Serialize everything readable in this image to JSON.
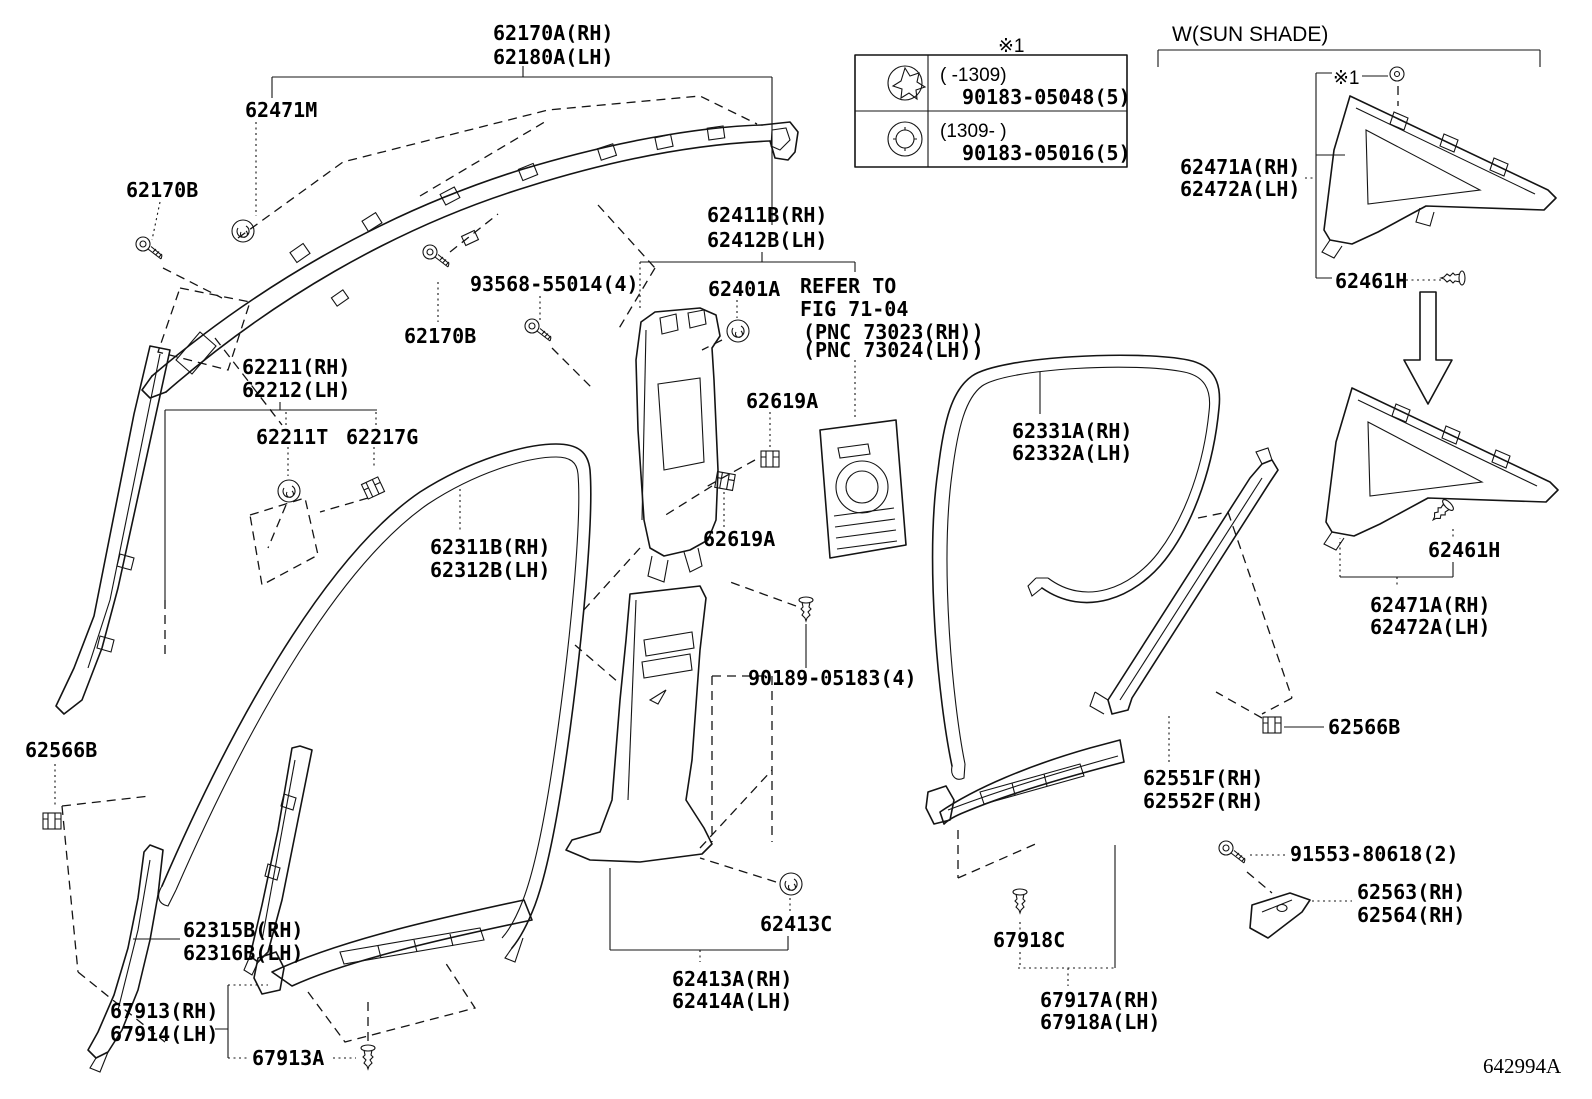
{
  "diagram": {
    "title_note": "W(SUN SHADE)",
    "figure_code": "642994A",
    "colors": {
      "line": "#141414",
      "text": "#000000",
      "background": "#ffffff"
    }
  },
  "hardware_table": {
    "marker": "※1",
    "rows": [
      {
        "icon": "star-washer-grommet-icon",
        "range": "(    -1309)",
        "part_number": "90183-05048(5)"
      },
      {
        "icon": "ring-grommet-icon",
        "range": "(1309-    )",
        "part_number": "90183-05016(5)"
      }
    ]
  },
  "labels": [
    {
      "id": "62170A",
      "lines": [
        "62170A(RH)",
        "62180A(LH)"
      ]
    },
    {
      "id": "62471M",
      "lines": [
        "62471M"
      ]
    },
    {
      "id": "62170B-1",
      "lines": [
        "62170B"
      ]
    },
    {
      "id": "62170B-2",
      "lines": [
        "62170B"
      ]
    },
    {
      "id": "93568",
      "lines": [
        "93568-55014(4)"
      ]
    },
    {
      "id": "62411B",
      "lines": [
        "62411B(RH)",
        "62412B(LH)"
      ]
    },
    {
      "id": "62401A",
      "lines": [
        "62401A"
      ]
    },
    {
      "id": "refer-note",
      "lines": [
        "REFER TO",
        "FIG 71-04",
        "(PNC 73023(RH))",
        "(PNC 73024(LH))"
      ]
    },
    {
      "id": "62619A-1",
      "lines": [
        "62619A"
      ]
    },
    {
      "id": "62619A-2",
      "lines": [
        "62619A"
      ]
    },
    {
      "id": "62211",
      "lines": [
        "62211(RH)",
        "62212(LH)"
      ]
    },
    {
      "id": "62211T",
      "lines": [
        "62211T"
      ]
    },
    {
      "id": "62217G",
      "lines": [
        "62217G"
      ]
    },
    {
      "id": "62311B",
      "lines": [
        "62311B(RH)",
        "62312B(LH)"
      ]
    },
    {
      "id": "62331A",
      "lines": [
        "62331A(RH)",
        "62332A(LH)"
      ]
    },
    {
      "id": "w-sun-shade",
      "lines": [
        "W(SUN SHADE)"
      ]
    },
    {
      "id": "note-table",
      "lines": [
        "※1"
      ]
    },
    {
      "id": "note-quarter",
      "lines": [
        "※1"
      ]
    },
    {
      "id": "62471A-upper",
      "lines": [
        "62471A(RH)",
        "62472A(LH)"
      ]
    },
    {
      "id": "62461H-upper",
      "lines": [
        "62461H"
      ]
    },
    {
      "id": "62461H-lower",
      "lines": [
        "62461H"
      ]
    },
    {
      "id": "62471A-lower",
      "lines": [
        "62471A(RH)",
        "62472A(LH)"
      ]
    },
    {
      "id": "62566B-right",
      "lines": [
        "62566B"
      ]
    },
    {
      "id": "62551F",
      "lines": [
        "62551F(RH)",
        "62552F(RH)"
      ]
    },
    {
      "id": "91553",
      "lines": [
        "91553-80618(2)"
      ]
    },
    {
      "id": "62563",
      "lines": [
        "62563(RH)",
        "62564(RH)"
      ]
    },
    {
      "id": "90189",
      "lines": [
        "90189-05183(4)"
      ]
    },
    {
      "id": "62413C",
      "lines": [
        "62413C"
      ]
    },
    {
      "id": "62413A",
      "lines": [
        "62413A(RH)",
        "62414A(LH)"
      ]
    },
    {
      "id": "62566B-left",
      "lines": [
        "62566B"
      ]
    },
    {
      "id": "62315B",
      "lines": [
        "62315B(RH)",
        "62316B(LH)"
      ]
    },
    {
      "id": "67913",
      "lines": [
        "67913(RH)",
        "67914(LH)"
      ]
    },
    {
      "id": "67913A",
      "lines": [
        "67913A"
      ]
    },
    {
      "id": "67918C",
      "lines": [
        "67918C"
      ]
    },
    {
      "id": "67917A",
      "lines": [
        "67917A(RH)",
        "67918A(LH)"
      ]
    },
    {
      "id": "figure-code",
      "lines": [
        "642994A"
      ]
    }
  ]
}
